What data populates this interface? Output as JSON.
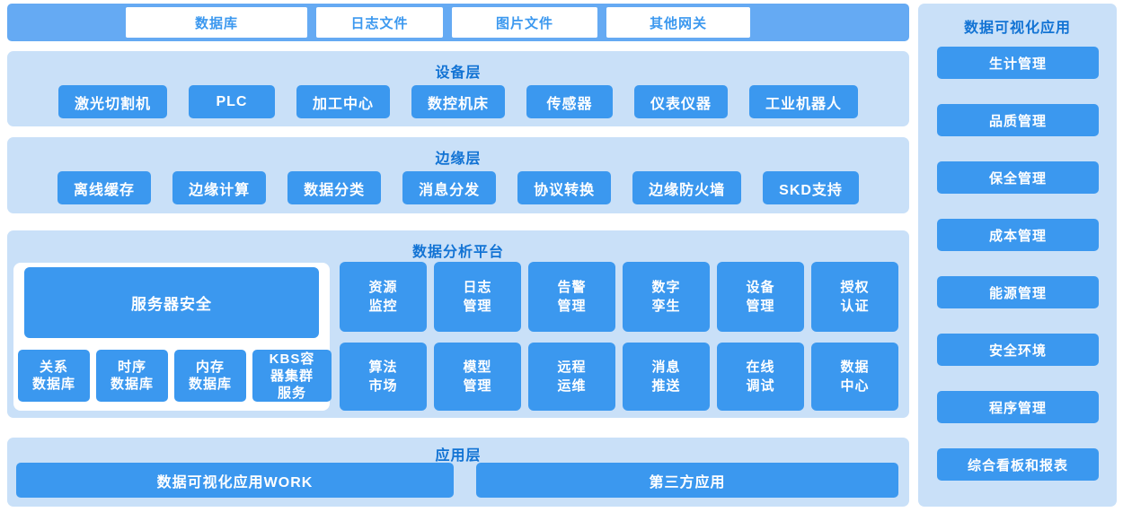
{
  "colors": {
    "accent": "#3b98ef",
    "gateway_bar_bg": "#65aaf3",
    "panel_bg": "#c9e0f8",
    "title_text": "#1273d4",
    "node_text": "#ffffff"
  },
  "gateway_bar": {
    "items": [
      "数据库",
      "日志文件",
      "图片文件",
      "其他网关"
    ]
  },
  "device_layer": {
    "title": "设备层",
    "items": [
      "激光切割机",
      "PLC",
      "加工中心",
      "数控机床",
      "传感器",
      "仪表仪器",
      "工业机器人"
    ]
  },
  "edge_layer": {
    "title": "边缘层",
    "items": [
      "离线缓存",
      "边缘计算",
      "数据分类",
      "消息分发",
      "协议转换",
      "边缘防火墙",
      "SKD支持"
    ]
  },
  "platform": {
    "title": "数据分析平台",
    "server_security": "服务器安全",
    "databases": [
      "关系\n数据库",
      "时序\n数据库",
      "内存\n数据库",
      "KBS容\n器集群\n服务"
    ],
    "grid": [
      "资源\n监控",
      "日志\n管理",
      "告警\n管理",
      "数字\n孪生",
      "设备\n管理",
      "授权\n认证",
      "算法\n市场",
      "模型\n管理",
      "远程\n运维",
      "消息\n推送",
      "在线\n调试",
      "数据\n中心"
    ]
  },
  "app_layer": {
    "title": "应用层",
    "items": [
      "数据可视化应用WORK",
      "第三方应用"
    ]
  },
  "sidebar": {
    "title": "数据可视化应用",
    "items": [
      "生计管理",
      "品质管理",
      "保全管理",
      "成本管理",
      "能源管理",
      "安全环境",
      "程序管理",
      "综合看板和报表"
    ]
  }
}
